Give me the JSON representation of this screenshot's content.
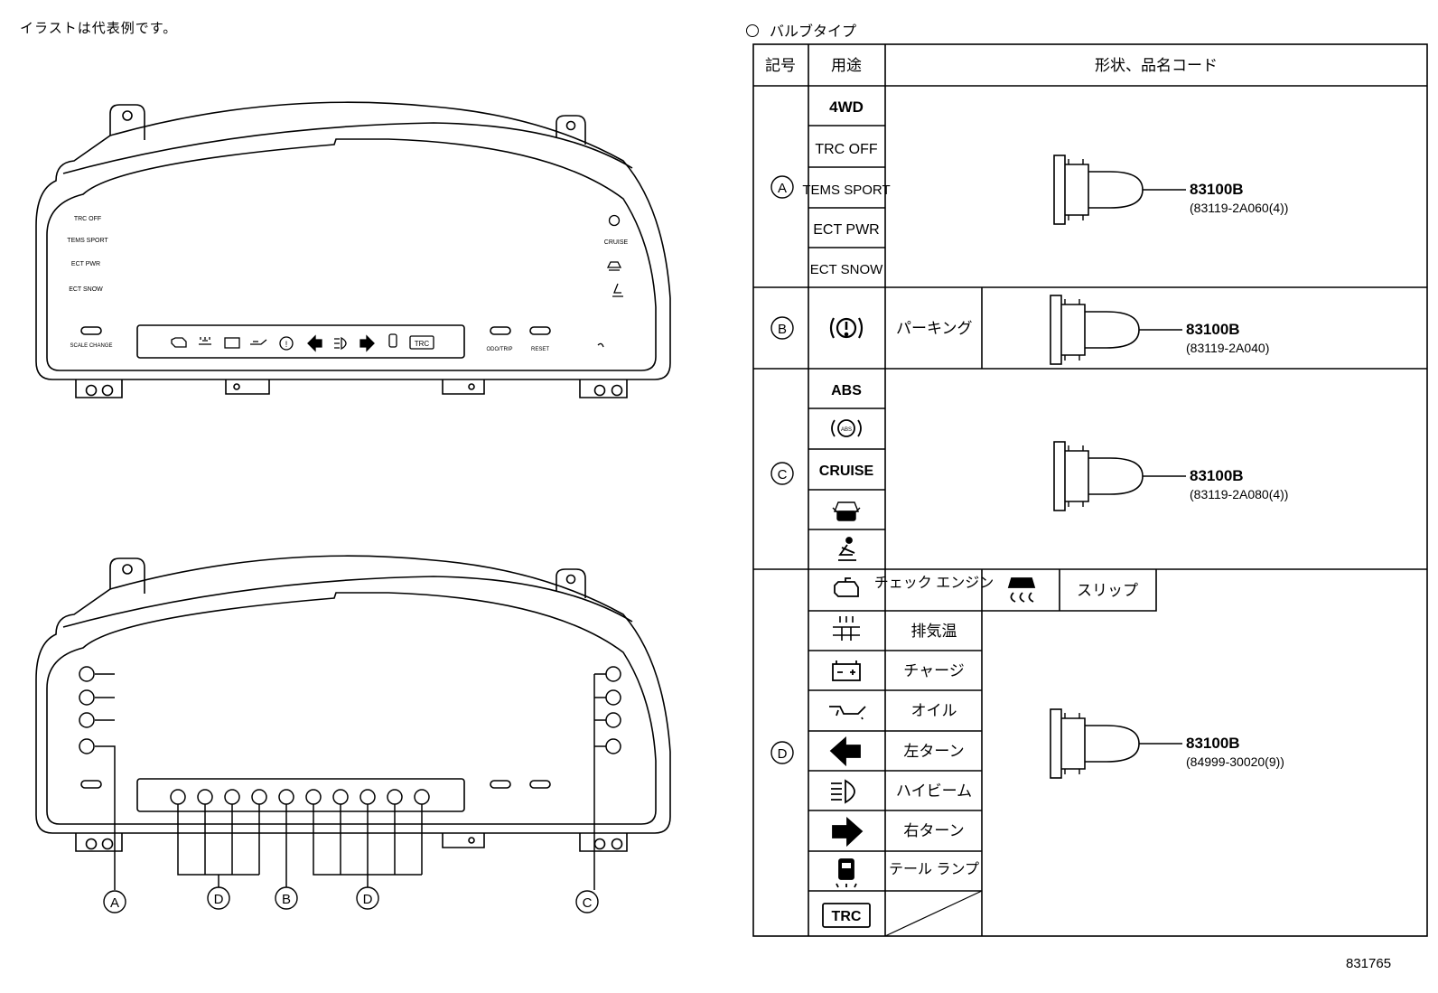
{
  "note": "イラストは代表例です。",
  "bulb_title": "バルブタイプ",
  "drawing_id": "831765",
  "table": {
    "headers": {
      "symbol": "記号",
      "use": "用途",
      "shape": "形状、品名コード"
    },
    "groups": [
      {
        "symbol": "A",
        "uses": [
          "4WD",
          "TRC OFF",
          "TEMS SPORT",
          "ECT PWR",
          "ECT SNOW"
        ],
        "part_no": "83100B",
        "part_code": "(83119-2A060(4))"
      },
      {
        "symbol": "B",
        "uses": [
          {
            "icon": "parking-brake-icon",
            "label": "パーキング"
          }
        ],
        "part_no": "83100B",
        "part_code": "(83119-2A040)"
      },
      {
        "symbol": "C",
        "uses": [
          "ABS",
          {
            "icon": "abs-circle-icon"
          },
          "CRUISE",
          {
            "icon": "door-ajar-icon"
          },
          {
            "icon": "seatbelt-icon"
          }
        ],
        "part_no": "83100B",
        "part_code": "(83119-2A080(4))"
      },
      {
        "symbol": "D",
        "uses": [
          {
            "icon": "check-engine-icon",
            "label": "チェック エンジン"
          },
          {
            "icon": "exhaust-temp-icon",
            "label": "排気温"
          },
          {
            "icon": "battery-charge-icon",
            "label": "チャージ"
          },
          {
            "icon": "oil-icon",
            "label": "オイル"
          },
          {
            "icon": "left-turn-icon",
            "label": "左ターン"
          },
          {
            "icon": "high-beam-icon",
            "label": "ハイビーム"
          },
          {
            "icon": "right-turn-icon",
            "label": "右ターン"
          },
          {
            "icon": "tail-lamp-icon",
            "label": "テール ランプ"
          },
          {
            "icon": "trc-box-icon",
            "label": "TRC"
          }
        ],
        "extra": {
          "icon": "slip-icon",
          "label": "スリップ"
        },
        "part_no": "83100B",
        "part_code": "(84999-30020(9))"
      }
    ]
  },
  "cluster_top": {
    "left_labels": [
      "TRC OFF",
      "TEMS SPORT",
      "ECT PWR",
      "ECT SNOW"
    ],
    "right_labels": [
      "CRUISE"
    ],
    "button_labels": {
      "scale": "SCALE CHANGE",
      "odo": "ODO/TRIP",
      "reset": "RESET"
    },
    "trc_label": "TRC"
  },
  "cluster_bottom": {
    "callouts": [
      "A",
      "D",
      "B",
      "D",
      "C"
    ]
  }
}
